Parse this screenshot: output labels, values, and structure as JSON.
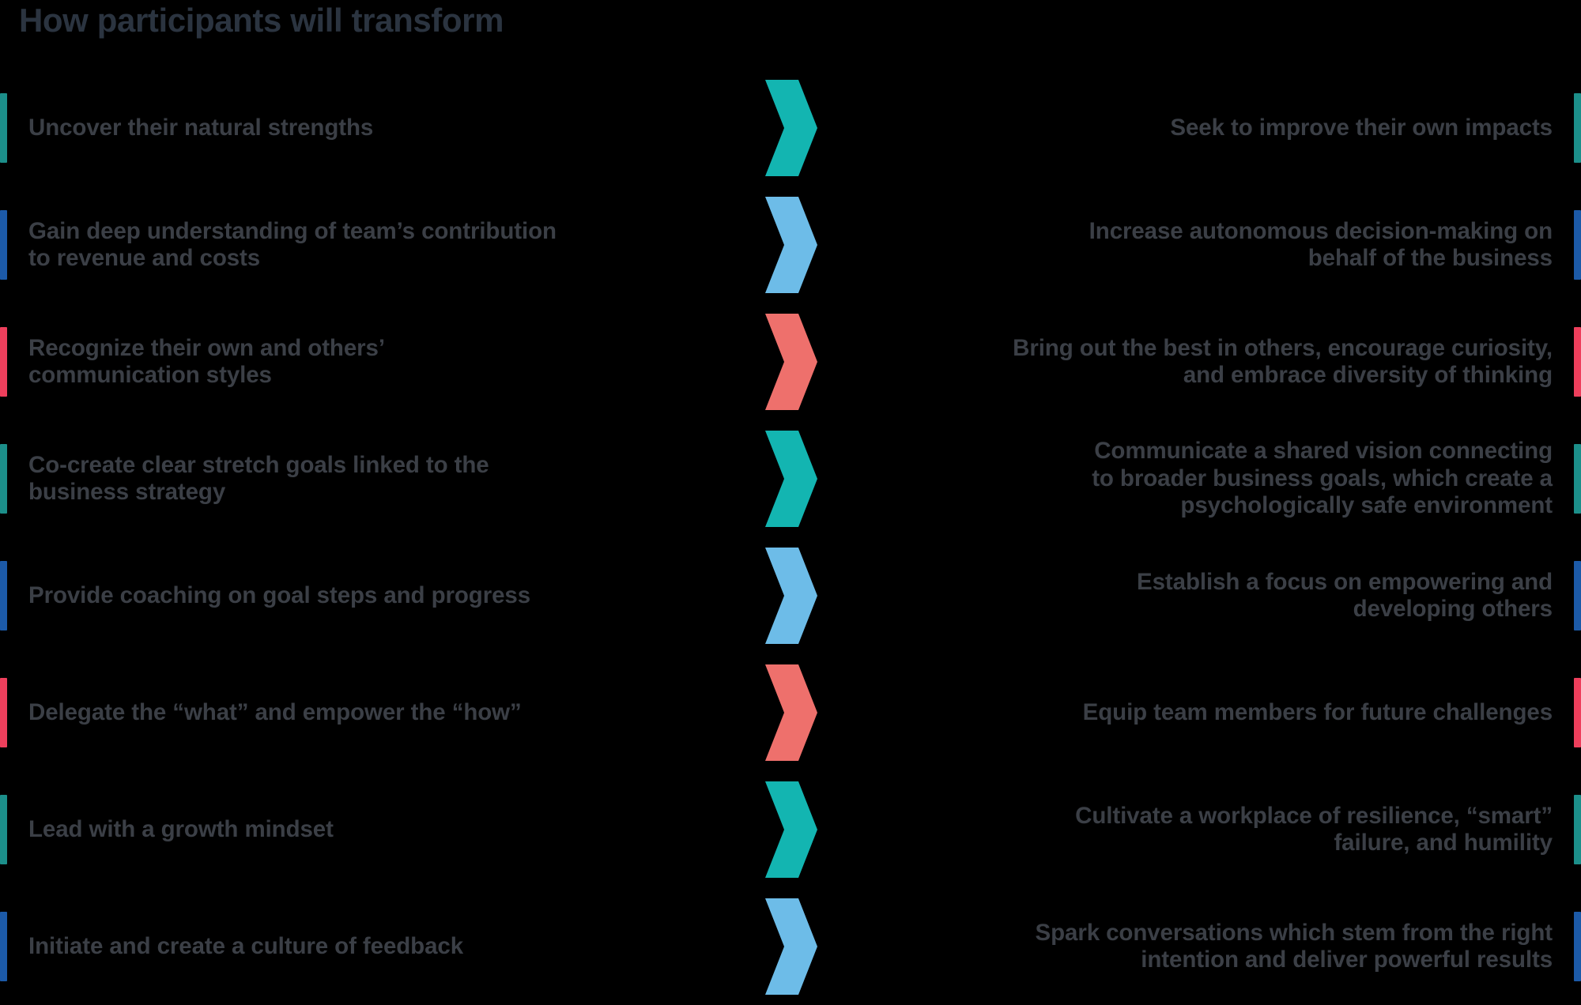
{
  "title": "How participants will transform",
  "colors": {
    "background": "#000000",
    "title_text": "#2b3440",
    "body_text": "#3b3f46",
    "teal_chevron": "#13b5b1",
    "blue_chevron": "#6dbce8",
    "red_chevron": "#ee706c",
    "teal_bar": "#1c8f8a",
    "blue_bar": "#1c5aa8",
    "red_bar": "#ee3f5c"
  },
  "chevron_icon": "chevron-right-icon",
  "rows": [
    {
      "accent": "teal",
      "chevron_color": "#13b5b1",
      "bar_color": "#1c8f8a",
      "left_lines": [
        "Uncover their natural strengths"
      ],
      "right_lines": [
        "Seek to improve their own impacts"
      ]
    },
    {
      "accent": "blue",
      "chevron_color": "#6dbce8",
      "bar_color": "#1c5aa8",
      "left_lines": [
        "Gain deep understanding of team’s contribution",
        "to revenue and costs"
      ],
      "right_lines": [
        "Increase autonomous decision-making on",
        "behalf of the business"
      ]
    },
    {
      "accent": "red",
      "chevron_color": "#ee706c",
      "bar_color": "#ee3f5c",
      "left_lines": [
        "Recognize their own and others’",
        "communication styles"
      ],
      "right_lines": [
        "Bring out the best in others, encourage curiosity,",
        "and embrace diversity of thinking"
      ]
    },
    {
      "accent": "teal",
      "chevron_color": "#13b5b1",
      "bar_color": "#1c8f8a",
      "left_lines": [
        "Co-create clear stretch goals linked to the",
        "business strategy"
      ],
      "right_lines": [
        "Communicate a shared vision connecting",
        "to broader business goals, which create a",
        "psychologically safe environment"
      ]
    },
    {
      "accent": "blue",
      "chevron_color": "#6dbce8",
      "bar_color": "#1c5aa8",
      "left_lines": [
        "Provide coaching on goal steps and progress"
      ],
      "right_lines": [
        "Establish a focus on empowering and",
        "developing others"
      ]
    },
    {
      "accent": "red",
      "chevron_color": "#ee706c",
      "bar_color": "#ee3f5c",
      "left_lines": [
        "Delegate the “what” and empower the “how”"
      ],
      "right_lines": [
        "Equip team members for future challenges"
      ]
    },
    {
      "accent": "teal",
      "chevron_color": "#13b5b1",
      "bar_color": "#1c8f8a",
      "left_lines": [
        "Lead with a growth mindset"
      ],
      "right_lines": [
        "Cultivate a workplace of resilience, “smart”",
        "failure, and humility"
      ]
    },
    {
      "accent": "blue",
      "chevron_color": "#6dbce8",
      "bar_color": "#1c5aa8",
      "left_lines": [
        "Initiate and create a culture of feedback"
      ],
      "right_lines": [
        "Spark conversations which stem from the right",
        "intention and deliver powerful results"
      ]
    }
  ]
}
